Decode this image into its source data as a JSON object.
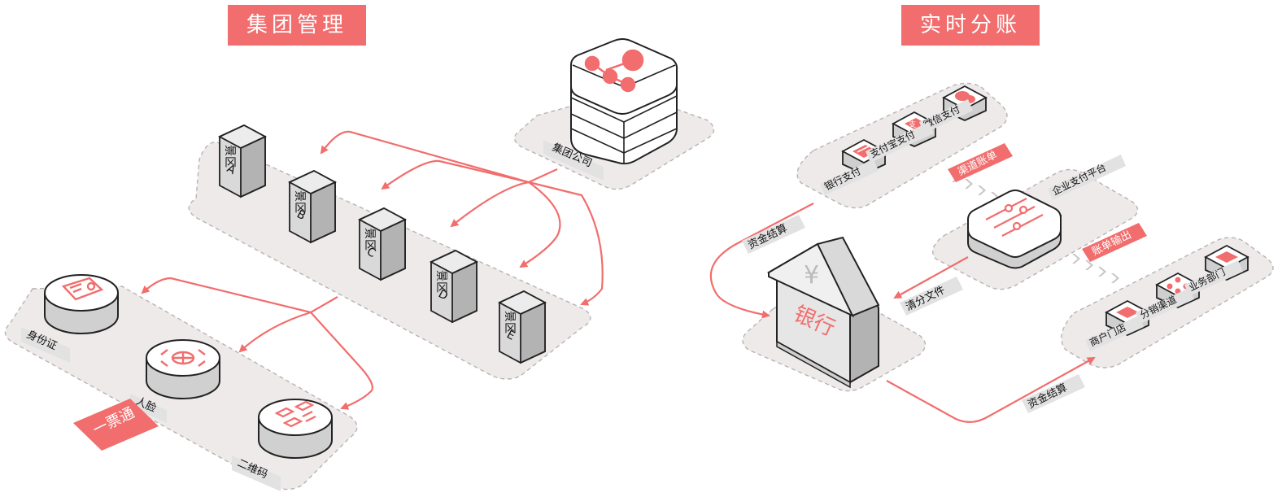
{
  "colors": {
    "accent": "#f26d6d",
    "platform": "#eeeaea",
    "platform_border": "#b9b3b3",
    "block_front": "#d9d9d9",
    "block_side": "#b3b3b3",
    "tag_bg": "#dedede",
    "line": "#333333"
  },
  "left": {
    "title": "集团管理",
    "group_company": "集团公司",
    "scenic": [
      {
        "label": "景区",
        "letter": "A"
      },
      {
        "label": "景区",
        "letter": "B"
      },
      {
        "label": "景区",
        "letter": "C"
      },
      {
        "label": "景区",
        "letter": "D"
      },
      {
        "label": "景区",
        "letter": "E"
      }
    ],
    "ticket_badge": "一票通",
    "id_card": "身份证",
    "face": "人脸",
    "qrcode": "二维码"
  },
  "right": {
    "title": "实时分账",
    "payments": {
      "wechat": "微信支付",
      "alipay": "支付宝支付",
      "bank_pay": "银行支付"
    },
    "channel_statement": "渠道账单",
    "enterprise_platform": "企业支付平台",
    "statement_output": "账单输出",
    "bank": "银行",
    "bank_symbol": "¥",
    "fund_settle_top": "资金结算",
    "clearing_file": "清分文件",
    "fund_settle_bottom": "资金结算",
    "departments": {
      "business": "业务部门",
      "distribution": "分销渠道",
      "merchant": "商户门店"
    }
  }
}
